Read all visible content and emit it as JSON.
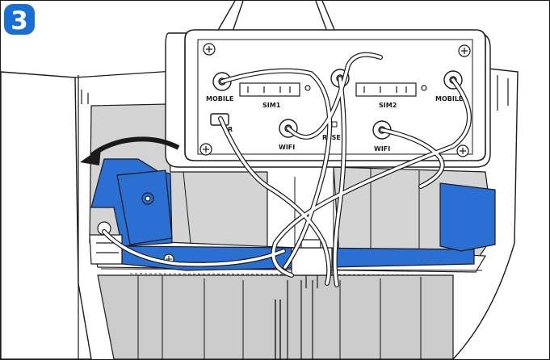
{
  "step": {
    "number": "3",
    "badge_color": "#1a6fd6"
  },
  "router": {
    "left_labels": {
      "mobile": "MOBILE",
      "sim": "SIM1",
      "wifi": "WIFI",
      "partial": "R"
    },
    "right_labels": {
      "mobile": "MOBILE",
      "sim": "SIM2",
      "wifi": "WIFI"
    },
    "center_label": "RESE"
  },
  "colors": {
    "bracket": "#2b6fd2",
    "line": "#1a1a1a",
    "shade": "#cfcfcf",
    "panel": "#f4f4f4"
  }
}
